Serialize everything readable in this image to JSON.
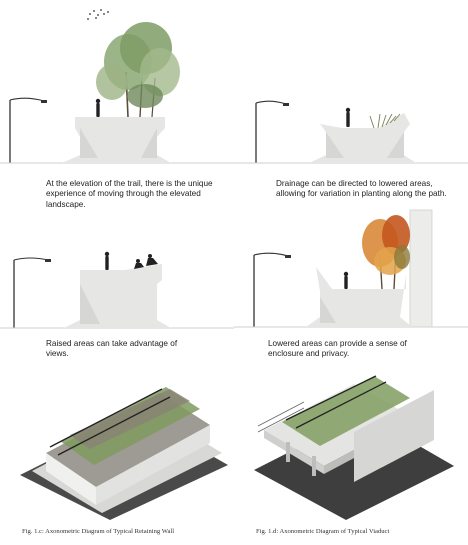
{
  "panels": [
    {
      "caption": "At the elevation of the trail, there is the unique experience of moving through the elevated landscape."
    },
    {
      "caption": "Drainage can be directed to lowered areas, allowing for variation in planting along the path."
    },
    {
      "caption": "Raised areas can take advantage of views."
    },
    {
      "caption": "Lowered areas can provide a sense of enclosure and privacy."
    }
  ],
  "figures": [
    {
      "caption": "Fig. 1.c: Axonometric Diagram of Typical Retaining Wall"
    },
    {
      "caption": "Fig. 1.d: Axonometric Diagram of Typical Viaduct"
    }
  ],
  "colors": {
    "concrete": "#e6e6e4",
    "concrete_shadow": "#d2d2d0",
    "tree_green": "#7f9c66",
    "autumn_orange": "#cf6a2a",
    "lamp": "#333333"
  }
}
